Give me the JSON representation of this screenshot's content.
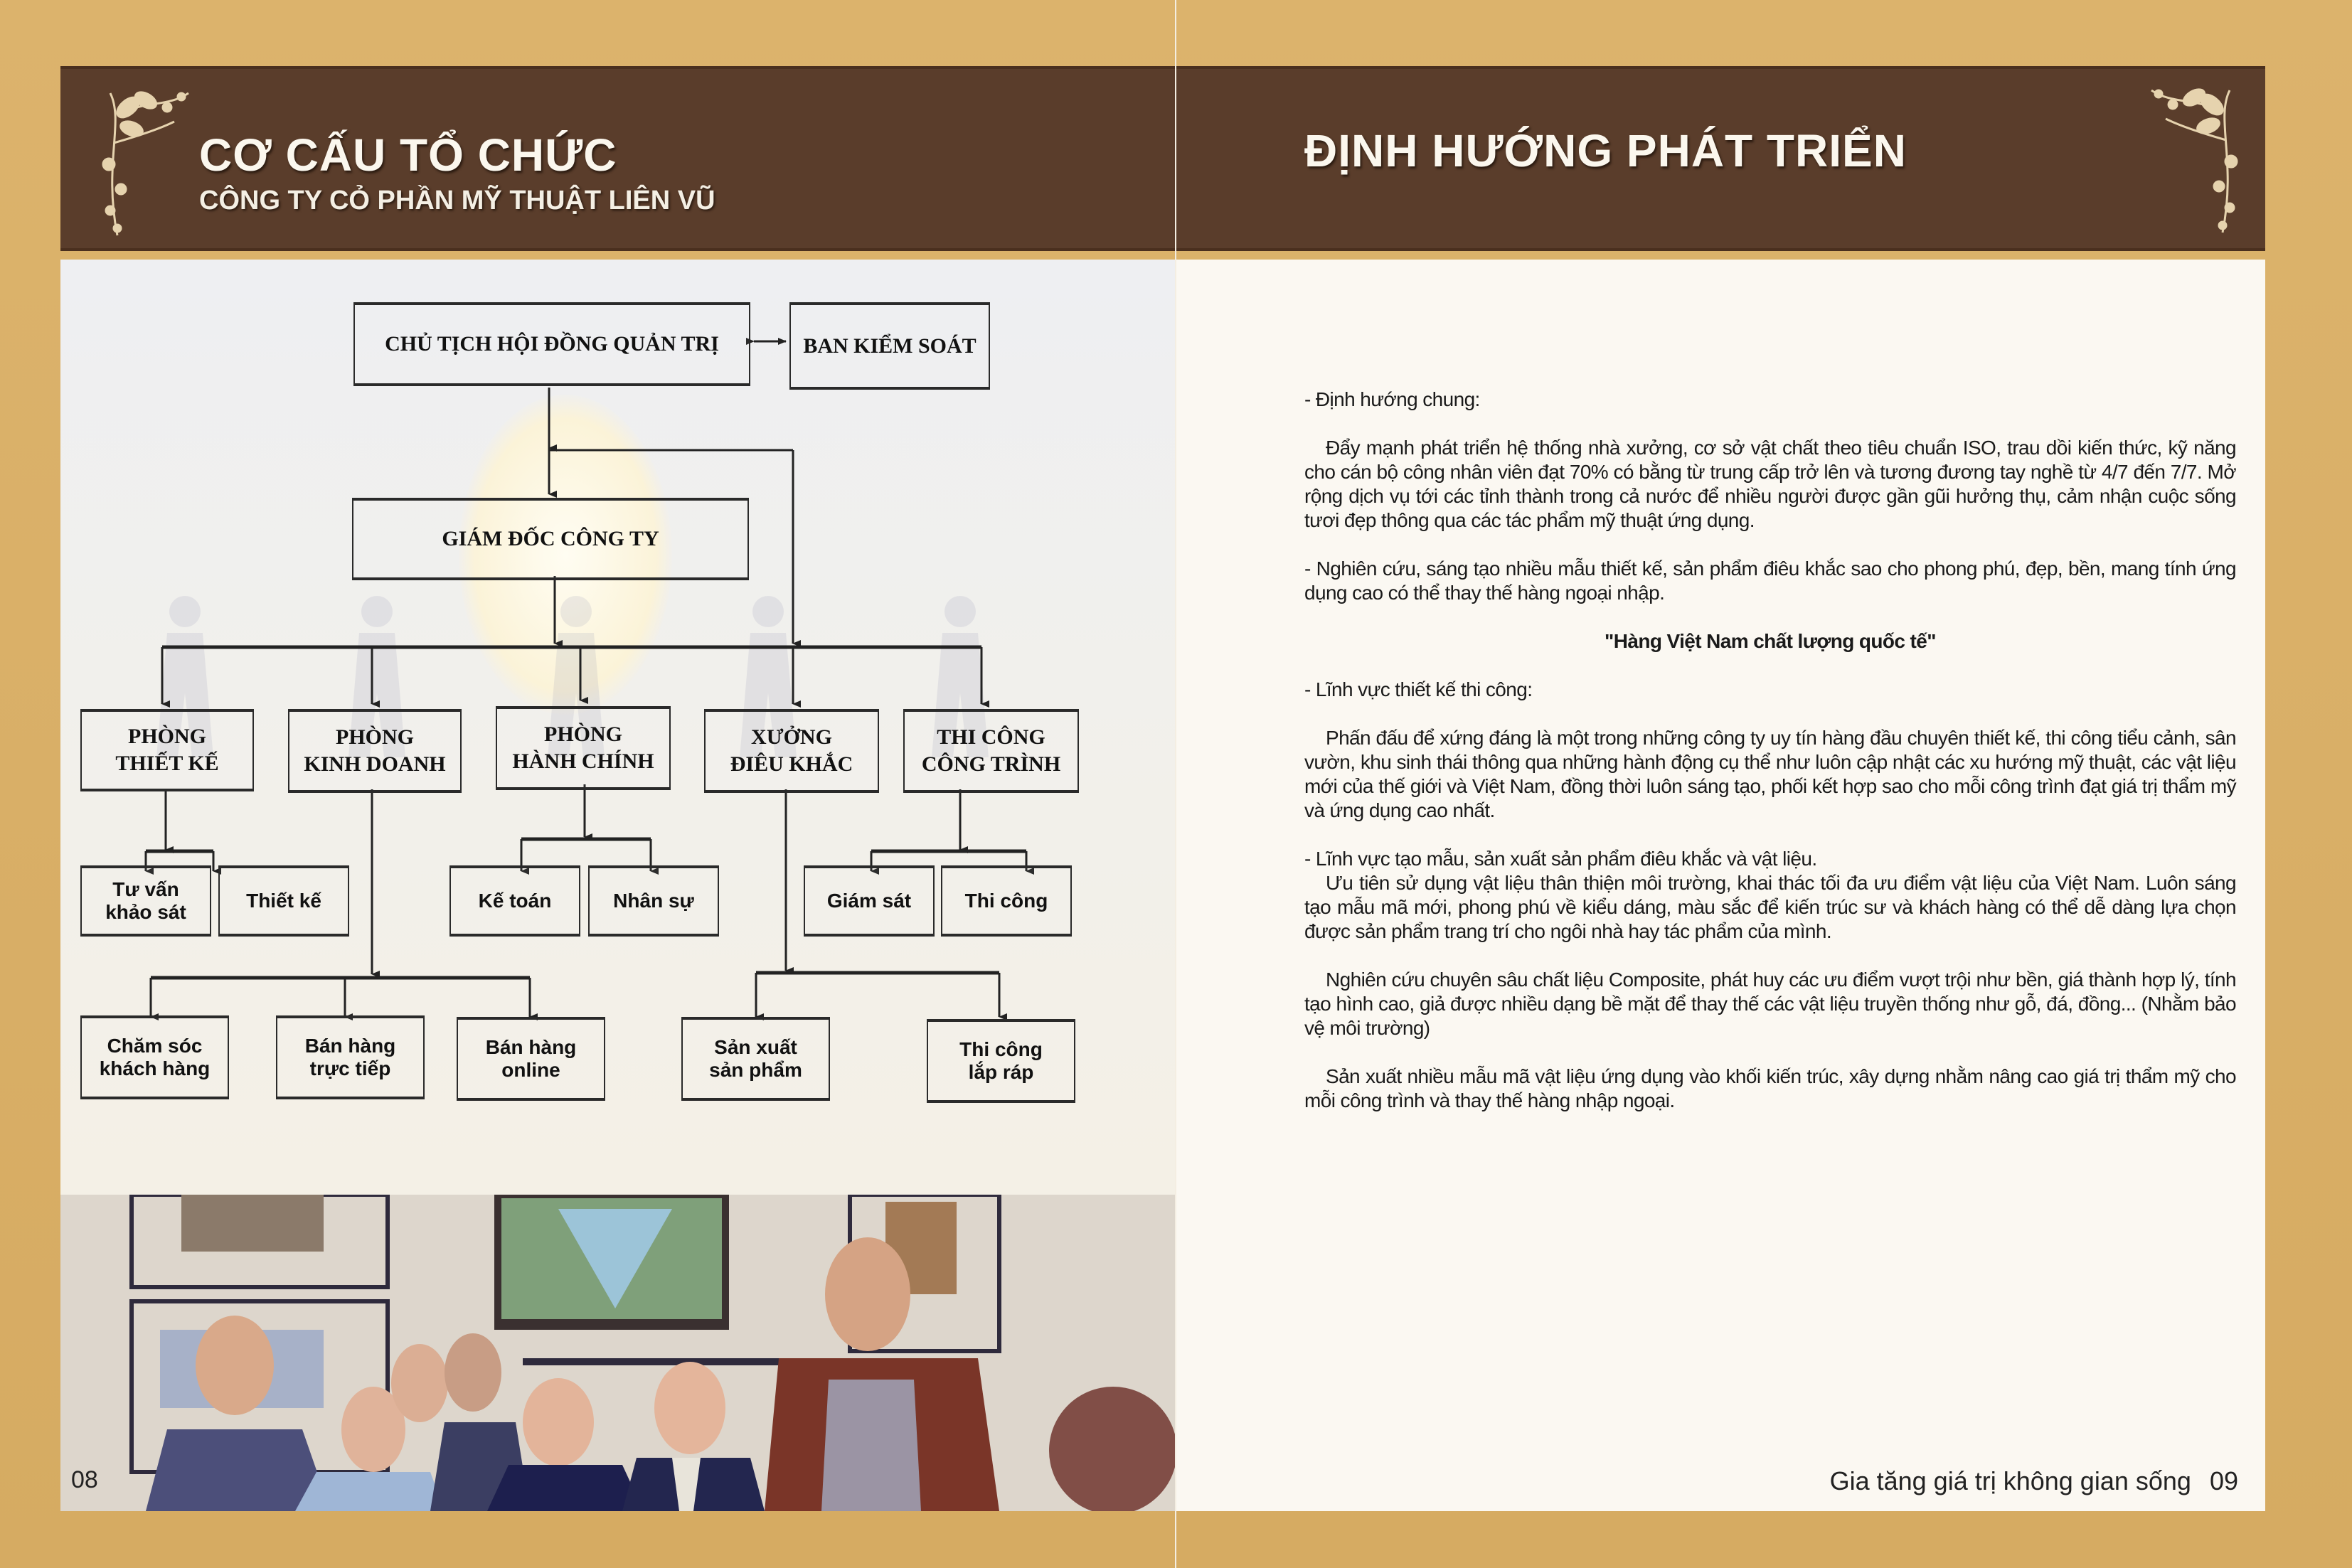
{
  "left_page": {
    "header": {
      "title": "CƠ CẤU TỔ CHỨC",
      "subtitle": "CÔNG TY CỎ PHẦN MỸ THUẬT LIÊN VŨ"
    },
    "org_chart": {
      "top": {
        "chairman": "CHỦ TỊCH HỘI ĐỒNG QUẢN TRỊ",
        "supervisory": "BAN KIỂM SOÁT",
        "director": "GIÁM ĐỐC CÔNG TY"
      },
      "departments": [
        {
          "line1": "PHÒNG",
          "line2": "THIẾT KẾ"
        },
        {
          "line1": "PHÒNG",
          "line2": "KINH DOANH"
        },
        {
          "line1": "PHÒNG",
          "line2": "HÀNH CHÍNH"
        },
        {
          "line1": "XƯỞNG",
          "line2": "ĐIÊU KHẮC"
        },
        {
          "line1": "THI CÔNG",
          "line2": "CÔNG TRÌNH"
        }
      ],
      "design_units": [
        {
          "line1": "Tư vấn",
          "line2": "khảo sát"
        },
        {
          "line1": "Thiết kế",
          "line2": ""
        }
      ],
      "admin_units": [
        {
          "line1": "Kế toán",
          "line2": ""
        },
        {
          "line1": "Nhân sự",
          "line2": ""
        }
      ],
      "construction_units": [
        {
          "line1": "Giám sát",
          "line2": ""
        },
        {
          "line1": "Thi công",
          "line2": ""
        }
      ],
      "sales_units": [
        {
          "line1": "Chăm sóc",
          "line2": "khách hàng"
        },
        {
          "line1": "Bán hàng",
          "line2": "trực tiếp"
        },
        {
          "line1": "Bán hàng",
          "line2": "online"
        }
      ],
      "workshop_units": [
        {
          "line1": "Sản xuất",
          "line2": "sản phẩm"
        },
        {
          "line1": "Thi công",
          "line2": "lắp ráp"
        }
      ]
    },
    "photo": {
      "description": "group-photo"
    },
    "page_number": "08"
  },
  "right_page": {
    "header": {
      "title": "ĐỊNH HƯỚNG PHÁT TRIỂN"
    },
    "sections": [
      {
        "text": "- Định hướng chung:"
      },
      {
        "text": "Đẩy mạnh phát triển hệ thống nhà xưởng, cơ sở vật chất theo tiêu chuẩn ISO, trau dồi kiến thức, kỹ năng cho cán bộ công nhân viên đạt 70% có bằng từ trung cấp trở lên và tương đương tay nghề từ 4/7 đến 7/7. Mở rộng dịch vụ tới các tỉnh thành trong cả nước để nhiều người được gần gũi hưởng thụ, cảm nhận cuộc sống tươi đẹp thông qua các tác phẩm mỹ thuật ứng dụng."
      },
      {
        "text": "- Nghiên cứu, sáng tạo nhiều mẫu thiết kế, sản phẩm điêu khắc sao cho phong phú, đẹp, bền, mang tính ứng dụng cao có thể thay thế hàng ngoại nhập."
      },
      {
        "text": "\"Hàng Việt Nam chất lượng quốc tế\""
      },
      {
        "text": "- Lĩnh vực thiết kế thi công:"
      },
      {
        "text": "Phấn đấu để xứng đáng là một trong những công ty uy tín hàng đầu chuyên thiết kế, thi công tiểu cảnh,  sân vườn, khu sinh thái thông qua những hành động cụ thể như luôn cập nhật các xu hướng mỹ thuật, các vật liệu mới của thế giới và Việt Nam, đồng thời luôn sáng tạo, phối kết hợp sao cho mỗi công trình đạt giá trị thẩm mỹ và ứng dụng cao nhất."
      },
      {
        "text": "- Lĩnh vực tạo mẫu, sản xuất sản phẩm điêu khắc và vật liệu."
      },
      {
        "text": "Ưu tiên sử dụng vật liệu thân thiện môi trường, khai thác tối đa ưu điểm vật liệu của Việt Nam. Luôn sáng tạo mẫu mã mới, phong phú về kiểu dáng, màu sắc để kiến trúc sư và khách hàng có thể dễ dàng lựa chọn được sản phẩm trang trí cho ngôi nhà hay tác phẩm của mình."
      },
      {
        "text": "Nghiên cứu chuyên sâu chất liệu Composite, phát huy các ưu điểm vượt trội như bền, giá thành hợp lý, tính tạo hình cao, giả được nhiều dạng bề mặt để thay thế các vật liệu truyền thống như gỗ, đá, đồng... (Nhằm bảo vệ môi trường)"
      },
      {
        "text": "Sản xuất nhiều mẫu mã vật liệu ứng dụng vào khối kiến trúc, xây dựng nhằm nâng cao giá trị thẩm mỹ cho mỗi công trình và thay thế hàng nhập ngoại."
      }
    ],
    "footer": {
      "tagline": "Gia tăng giá trị không gian sống",
      "page_number": "09"
    }
  },
  "colors": {
    "background_gold": "#d9b06a",
    "header_brown": "#5a3d2b",
    "panel_cream": "#fbf8f2",
    "ornament_beige": "#e6d3ae"
  }
}
